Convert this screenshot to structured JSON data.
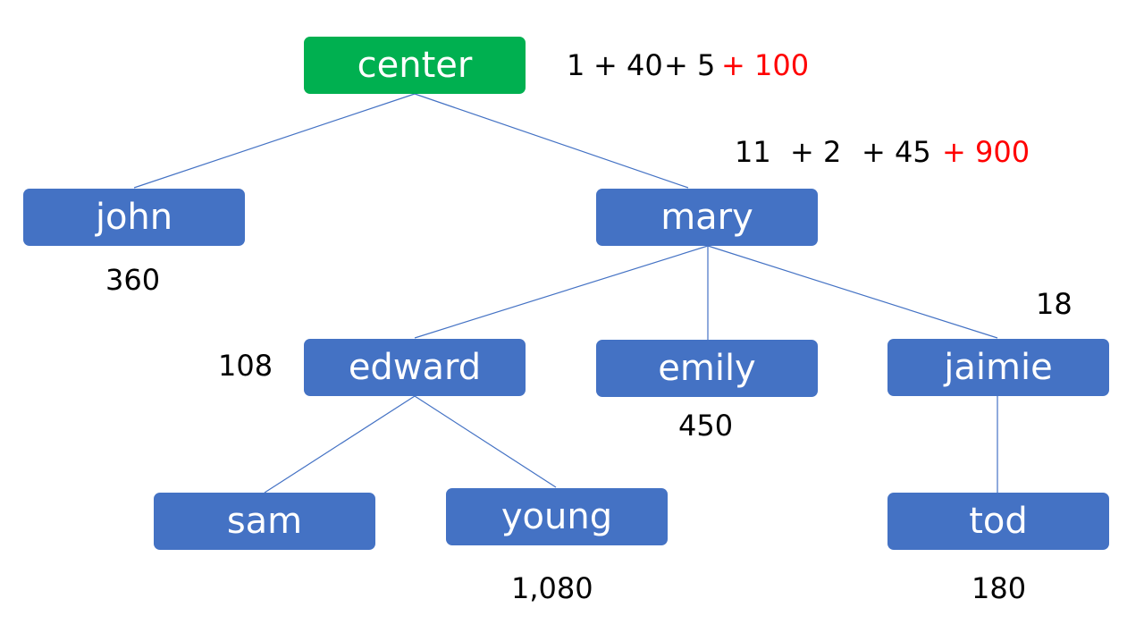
{
  "colors": {
    "root_fill": "#00b050",
    "node_fill": "#4472c4",
    "edge": "#4472c4",
    "highlight_text": "#ff0000"
  },
  "nodes": {
    "center": "center",
    "john": "john",
    "mary": "mary",
    "edward": "edward",
    "emily": "emily",
    "jaimie": "jaimie",
    "sam": "sam",
    "young": "young",
    "tod": "tod"
  },
  "labels": {
    "center_sum": {
      "a": "1",
      "b": "+ 40",
      "c": "+ 5",
      "d": "+ 100"
    },
    "mary_sum": {
      "a": "11",
      "b": "+ 2",
      "c": "+ 45",
      "d": "+ 900"
    },
    "john": "360",
    "edward": "108",
    "emily": "450",
    "jaimie": "18",
    "young": "1,080",
    "tod": "180"
  }
}
